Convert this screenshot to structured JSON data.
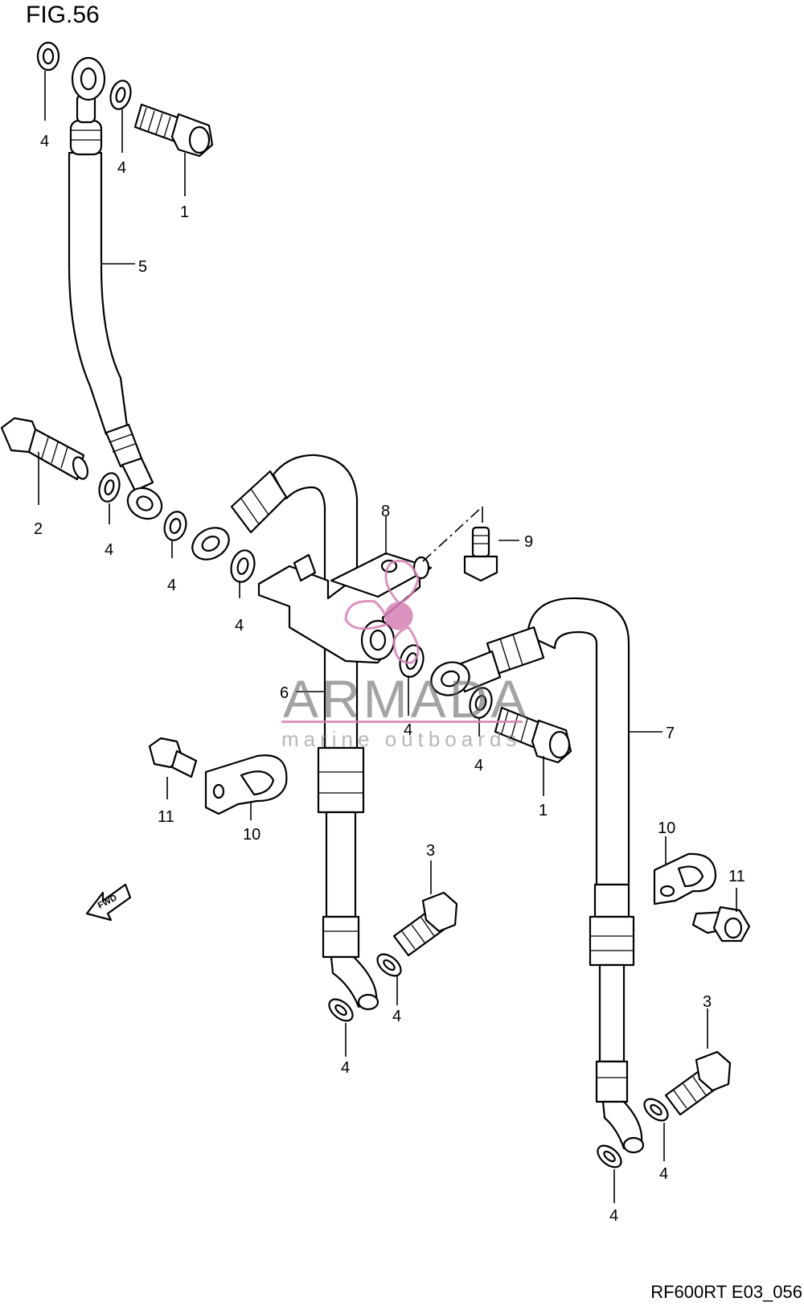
{
  "figure": {
    "title": "FIG.56",
    "code": "RF600RT E03_056"
  },
  "callouts": {
    "c1": "4",
    "c2": "4",
    "c3": "1",
    "c4": "5",
    "c5": "2",
    "c6": "4",
    "c7": "4",
    "c8": "4",
    "c9": "8",
    "c10": "9",
    "c11": "6",
    "c12": "4",
    "c13": "4",
    "c14": "1",
    "c15": "7",
    "c16": "11",
    "c17": "10",
    "c18": "3",
    "c19": "4",
    "c20": "4",
    "c21": "10",
    "c22": "11",
    "c23": "3",
    "c24": "4",
    "c25": "4"
  },
  "fwd_label": "FWD",
  "watermark": {
    "brand": "ARMADA",
    "tagline": "marine outboards",
    "color": "#d77fb4"
  }
}
